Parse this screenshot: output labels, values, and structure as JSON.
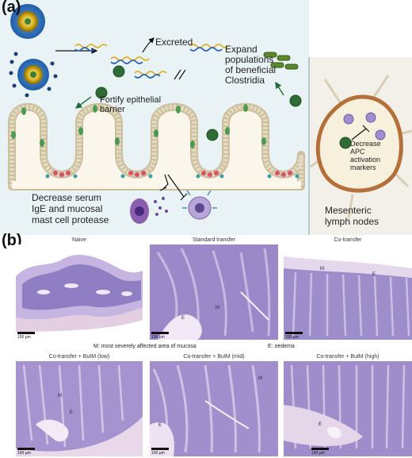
{
  "panel_a": {
    "letter": "(a)",
    "labels": {
      "excreted": "Excreted",
      "fortify": [
        "Fortify epithelial",
        "barrier"
      ],
      "expand": [
        "Expand",
        "populations",
        "of beneficial",
        "Clostridia"
      ],
      "serum": [
        "Decrease serum",
        "IgE and mucosal",
        "mast cell protease"
      ],
      "apc": [
        "Decrease",
        "APC",
        "activation",
        "markers"
      ],
      "lymph": [
        "Mesenteric",
        "lymph nodes"
      ]
    },
    "colors": {
      "background": "#e9f3f6",
      "lymph_panel": "#f3efe9",
      "epithelium": "#dad0b8",
      "goblet": "#4a9a52",
      "paneth": "#d9506a",
      "green_agent": "#2f6b34",
      "yellow_chain": "#e0b020",
      "blue_chain": "#2a62b8"
    }
  },
  "panel_b": {
    "letter": "(b)",
    "tiles": [
      {
        "title": "Naive",
        "scale": "100 μm",
        "marks": []
      },
      {
        "title": "Standard transfer",
        "scale": "100 μm",
        "marks": [
          "E",
          "M"
        ]
      },
      {
        "title": "Co-transfer",
        "scale": "100 μm",
        "marks": [
          "M",
          "E"
        ]
      },
      {
        "title": "Co-transfer + ButM (low)",
        "scale": "100 μm",
        "marks": [
          "M",
          "E"
        ]
      },
      {
        "title": "Co-transfer + ButM (mid)",
        "scale": "100 μm",
        "marks": [
          "M",
          "E"
        ]
      },
      {
        "title": "Co-transfer + ButM (high)",
        "scale": "100 μm",
        "marks": [
          "E"
        ]
      }
    ],
    "legend_m": "M: most severely affected area of mucosa",
    "legend_e": "E: oedema",
    "stain_colors": [
      "#8f7ec4",
      "#c9b8e2",
      "#f0e8f4"
    ]
  }
}
